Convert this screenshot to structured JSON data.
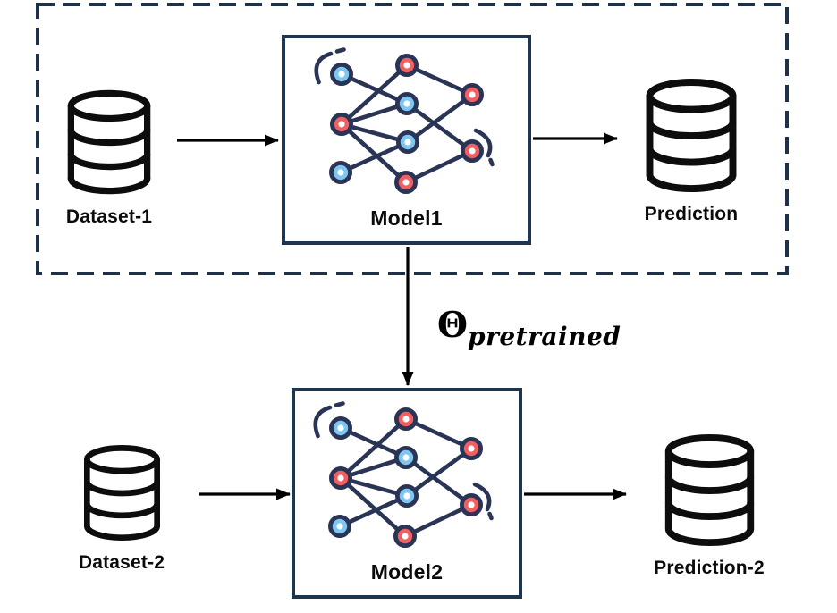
{
  "colors": {
    "outline_navy": "#1e3148",
    "box_navy": "#1e3550",
    "node_ring_navy": "#2a3556",
    "node_red": "#f25f62",
    "node_blue": "#7ec7f2",
    "icon_black": "#0d0d0d",
    "arrow_black": "#000000",
    "label_black": "#0b0b0b"
  },
  "diagram": {
    "stage1": {
      "dataset": {
        "label": "Dataset-1",
        "icon": "database-icon"
      },
      "model": {
        "label": "Model1",
        "icon": "neural-network-icon"
      },
      "output": {
        "label": "Prediction",
        "icon": "database-icon"
      }
    },
    "transfer": {
      "symbol": "Θ",
      "subscript": "pretrained"
    },
    "stage2": {
      "dataset": {
        "label": "Dataset-2",
        "icon": "database-icon"
      },
      "model": {
        "label": "Model2",
        "icon": "neural-network-icon"
      },
      "output": {
        "label": "Prediction-2",
        "icon": "database-icon"
      }
    }
  }
}
